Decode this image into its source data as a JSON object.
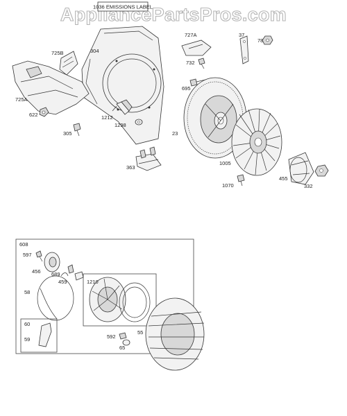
{
  "watermark": "AppliancePartsPros.com",
  "emissions_label": "1036 EMISSIONS LABEL",
  "labels": {
    "l727A": "727A",
    "l37": "37",
    "l78": "78",
    "l725B": "725B",
    "l304": "304",
    "l732": "732",
    "l725A": "725A",
    "l695": "695",
    "l622": "622",
    "l1212": "1212",
    "l1298": "1298",
    "l305": "305",
    "l23": "23",
    "l363": "363",
    "l1005": "1005",
    "l1070": "1070",
    "l455": "455",
    "l332": "332",
    "l608": "608",
    "l597": "597",
    "l456": "456",
    "l689": "689",
    "l459": "459",
    "l58": "58",
    "l1210": "1210",
    "l60": "60",
    "l59": "59",
    "l592": "592",
    "l65": "65",
    "l55": "55"
  }
}
